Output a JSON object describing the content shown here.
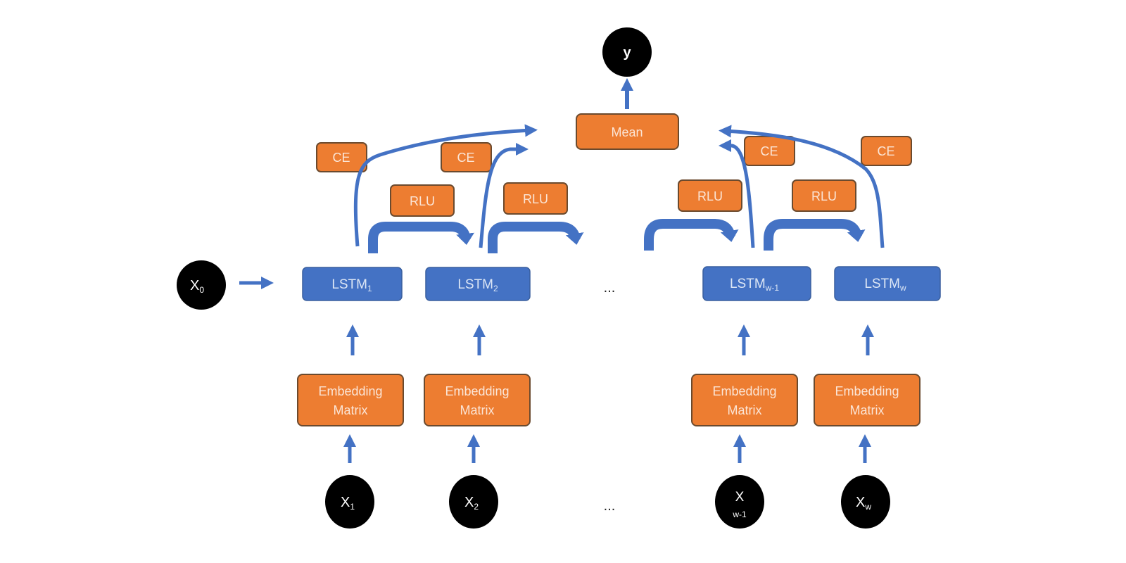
{
  "diagram": {
    "output_node": {
      "label": "y"
    },
    "mean_box": {
      "label": "Mean"
    },
    "initial_input": {
      "label": "X",
      "sub": "0"
    },
    "ellipsis": "...",
    "lstm_cells": [
      {
        "label": "LSTM",
        "sub": "1"
      },
      {
        "label": "LSTM",
        "sub": "2"
      },
      {
        "label": "LSTM",
        "sub": "w-1"
      },
      {
        "label": "LSTM",
        "sub": "w"
      }
    ],
    "embedding_boxes": [
      {
        "line1": "Embedding",
        "line2": "Matrix"
      },
      {
        "line1": "Embedding",
        "line2": "Matrix"
      },
      {
        "line1": "Embedding",
        "line2": "Matrix"
      },
      {
        "line1": "Embedding",
        "line2": "Matrix"
      }
    ],
    "inputs": [
      {
        "label": "X",
        "sub": "1"
      },
      {
        "label": "X",
        "sub": "2"
      },
      {
        "label": "X",
        "sub": "w-1"
      },
      {
        "label": "X",
        "sub": "w"
      }
    ],
    "rlu_boxes": [
      {
        "label": "RLU"
      },
      {
        "label": "RLU"
      },
      {
        "label": "RLU"
      },
      {
        "label": "RLU"
      }
    ],
    "ce_boxes": [
      {
        "label": "CE"
      },
      {
        "label": "CE"
      },
      {
        "label": "CE"
      },
      {
        "label": "CE"
      }
    ],
    "colors": {
      "orange": "#ED7D31",
      "blue": "#4472C4",
      "node": "#000000"
    }
  }
}
